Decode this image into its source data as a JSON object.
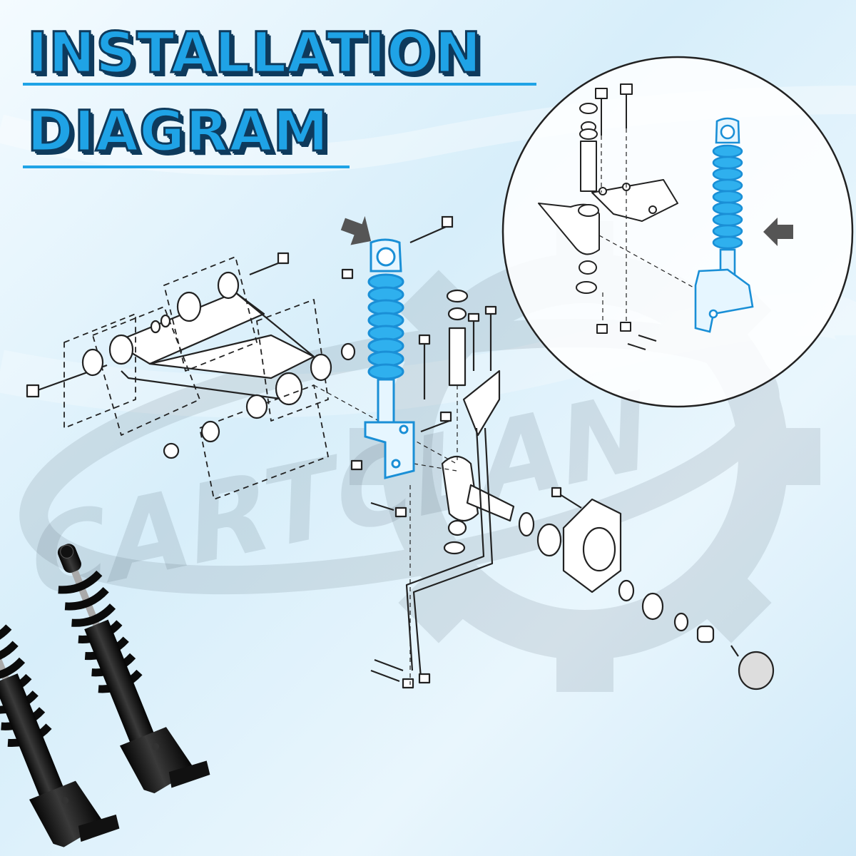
{
  "title": {
    "line1": "INSTALLATION",
    "line2": "DIAGRAM"
  },
  "watermark": {
    "brand": "CARTCLAN"
  },
  "icons": [
    "arrow-icon",
    "gear-watermark-icon"
  ],
  "colors": {
    "accent_blue": "#1fa3e6",
    "title_stroke": "#0e3a5c",
    "line_art": "#222222",
    "background_light": "#e4f4fc"
  }
}
